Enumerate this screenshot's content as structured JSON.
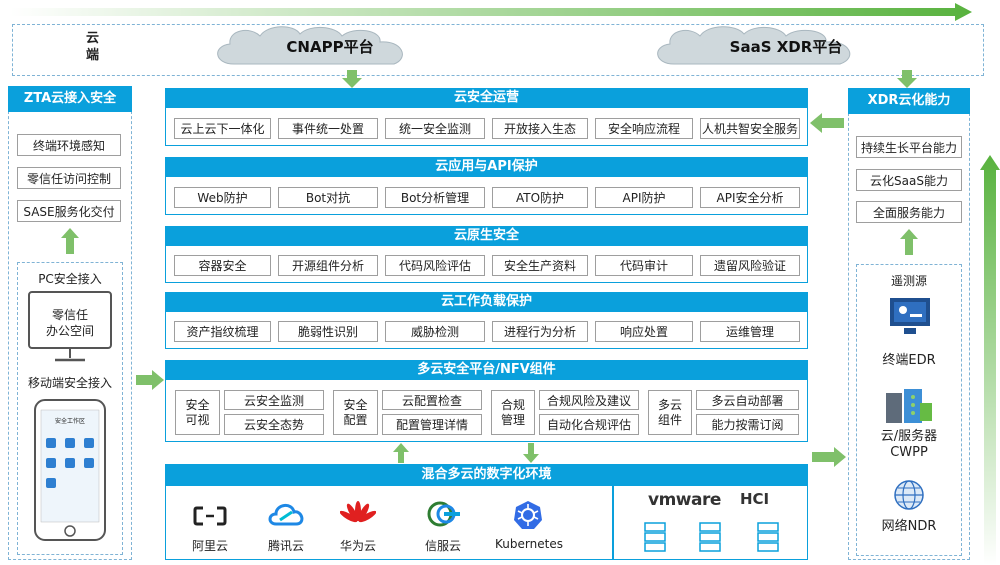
{
  "cloud": {
    "label": "云端",
    "cnapp": "CNAPP平台",
    "saas_xdr": "SaaS XDR平台"
  },
  "zta": {
    "title": "ZTA云接入安全",
    "items": [
      "终端环境感知",
      "零信任访问控制",
      "SASE服务化交付"
    ],
    "pc_label": "PC安全接入",
    "monitor_text": "零信任\n办公空间",
    "mobile_label": "移动端安全接入",
    "phone_title": "安全工作区"
  },
  "ops": {
    "title": "云安全运营",
    "items": [
      "云上云下一体化",
      "事件统一处置",
      "统一安全监测",
      "开放接入生态",
      "安全响应流程",
      "人机共智安全服务"
    ]
  },
  "api": {
    "title": "云应用与API保护",
    "items": [
      "Web防护",
      "Bot对抗",
      "Bot分析管理",
      "ATO防护",
      "API防护",
      "API安全分析"
    ]
  },
  "native": {
    "title": "云原生安全",
    "items": [
      "容器安全",
      "开源组件分析",
      "代码风险评估",
      "安全生产资料",
      "代码审计",
      "遗留风险验证"
    ]
  },
  "workload": {
    "title": "云工作负载保护",
    "items": [
      "资产指纹梳理",
      "脆弱性识别",
      "威胁检测",
      "进程行为分析",
      "响应处置",
      "运维管理"
    ]
  },
  "multicloud": {
    "title": "多云安全平台/NFV组件",
    "groups": [
      {
        "label": "安全\n可视",
        "items": [
          "云安全监测",
          "云安全态势"
        ]
      },
      {
        "label": "安全\n配置",
        "items": [
          "云配置检查",
          "配置管理详情"
        ]
      },
      {
        "label": "合规\n管理",
        "items": [
          "合规风险及建议",
          "自动化合规评估"
        ]
      },
      {
        "label": "多云\n组件",
        "items": [
          "多云自动部署",
          "能力按需订阅"
        ]
      }
    ]
  },
  "hybrid": {
    "title": "混合多云的数字化环境",
    "providers": [
      "阿里云",
      "腾讯云",
      "华为云",
      "信服云",
      "Kubernetes"
    ],
    "vmware": "vmware",
    "hci": "HCI"
  },
  "xdr": {
    "title": "XDR云化能力",
    "items": [
      "持续生长平台能力",
      "云化SaaS能力",
      "全面服务能力"
    ],
    "telemetry_label": "遥测源",
    "sources": [
      "终端EDR",
      "云/服务器\nCWPP",
      "网络NDR"
    ]
  },
  "colors": {
    "accent": "#0aa0dc",
    "arrow_green": "#7fc06a",
    "cloud": "#cfd8dc"
  }
}
